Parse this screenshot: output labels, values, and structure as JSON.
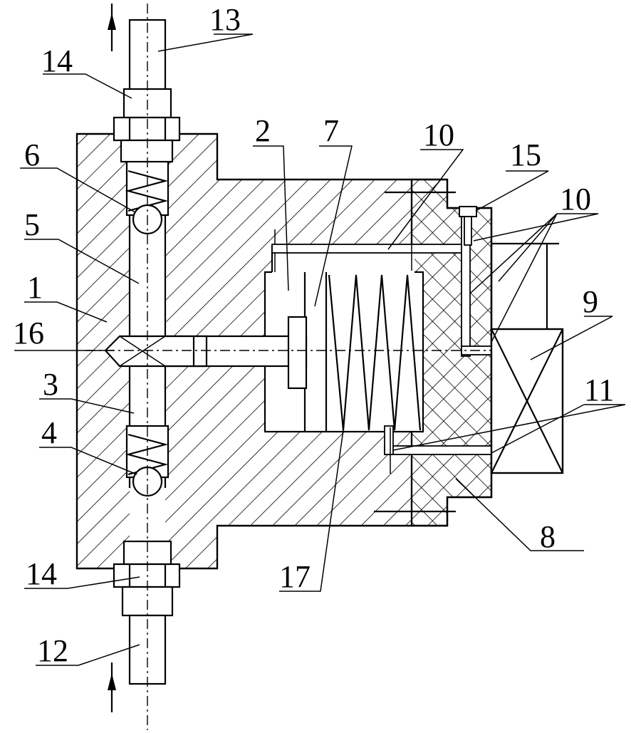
{
  "labels": {
    "l13": "13",
    "l14_top": "14",
    "l6": "6",
    "l5": "5",
    "l1": "1",
    "l16": "16",
    "l3": "3",
    "l4": "4",
    "l14_bottom": "14",
    "l12": "12",
    "l2": "2",
    "l7": "7",
    "l10_top": "10",
    "l15": "15",
    "l10_right": "10",
    "l9": "9",
    "l11": "11",
    "l8": "8",
    "l17": "17"
  }
}
